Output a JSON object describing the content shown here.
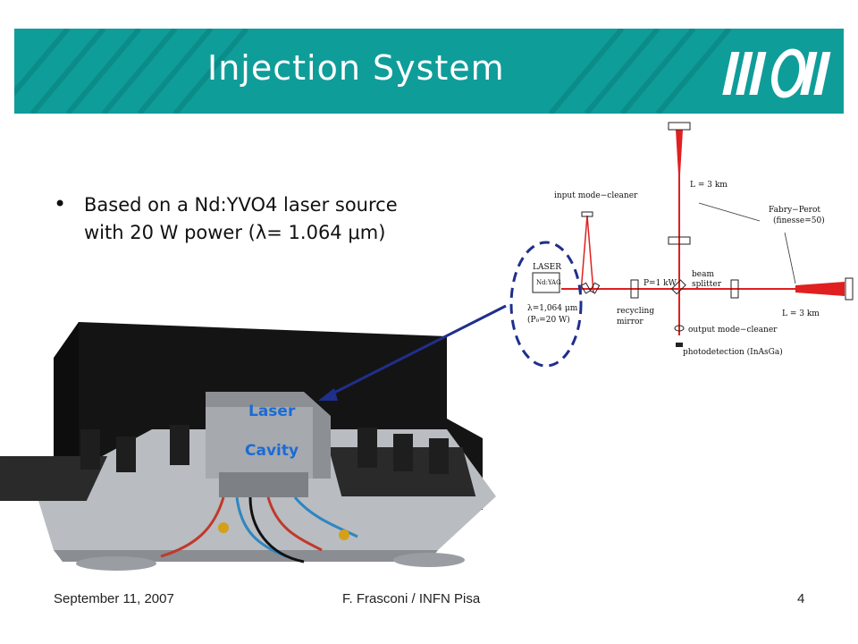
{
  "header": {
    "title": "Injection System",
    "banner_color": "#0f9d9a",
    "logo": "virgo-logo"
  },
  "body": {
    "bullet": "•",
    "line1": "Based on a Nd:YVO4 laser source",
    "line2_prefix": "with 20 W power (",
    "lambda": "λ",
    "line2_mid": "= 1.064 ",
    "mu": "μ",
    "line2_suffix": "m)"
  },
  "photo": {
    "label_laser": "Laser",
    "label_cavity": "Cavity"
  },
  "diagram": {
    "input_mc": "input mode−cleaner",
    "laser": "LASER",
    "ndyag": "Nd:YAG",
    "lambda": "λ=1,064 μm",
    "power": "(P₀=20 W)",
    "p1kw": "P=1 kW",
    "recycling1": "recycling",
    "recycling2": "mirror",
    "bs1": "beam",
    "bs2": "splitter",
    "l3km_v": "L = 3 km",
    "l3km_h": "L = 3 km",
    "fp1": "Fabry−Perot",
    "fp2": "(finesse=50)",
    "omc": "output mode−cleaner",
    "photo": "photodetection (InAsGa)"
  },
  "footer": {
    "date": "September 11, 2007",
    "author": "F. Frasconi / INFN Pisa",
    "page": "4"
  }
}
